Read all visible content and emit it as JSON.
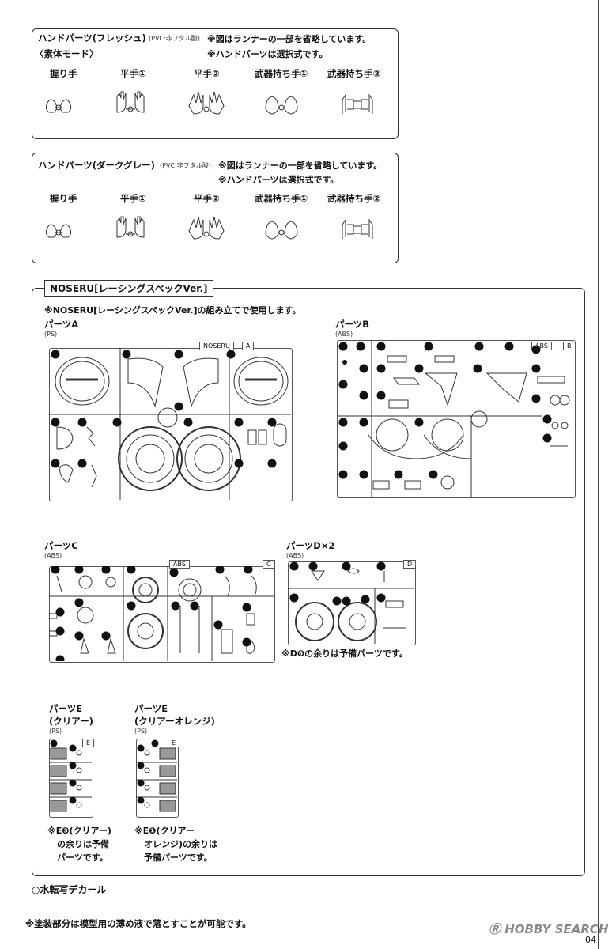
{
  "hand_fresh": {
    "title": "ハンドパーツ(フレッシュ)",
    "material": "(PVC:非フタル酸)",
    "mode": "〈素体モード〉",
    "note1": "※図はランナーの一部を省略しています。",
    "note2": "※ハンドパーツは選択式です。",
    "labels": [
      "握り手",
      "平手①",
      "平手②",
      "武器持ち手①",
      "武器持ち手②"
    ]
  },
  "hand_dark": {
    "title": "ハンドパーツ(ダークグレー)",
    "material": "(PVC:非フタル酸)",
    "note1": "※図はランナーの一部を省略しています。",
    "note2": "※ハンドパーツは選択式です。",
    "labels": [
      "握り手",
      "平手①",
      "平手②",
      "武器持ち手①",
      "武器持ち手②"
    ]
  },
  "noseru": {
    "title": "NOSERU[レーシングスペックVer.]",
    "usage": "※NOSERU[レーシングスペックVer.]の組み立てで使用します。"
  },
  "parts_a": {
    "label": "パーツA",
    "material": "(PS)",
    "tag": "NOSERU",
    "letter": "A"
  },
  "parts_b": {
    "label": "パーツB",
    "material": "(ABS)",
    "tag": "ABS",
    "letter": "B"
  },
  "parts_c": {
    "label": "パーツC",
    "material": "(ABS)",
    "tag": "ABS",
    "letter": "C"
  },
  "parts_d": {
    "label": "パーツD×2",
    "material": "(ABS)",
    "letter": "D",
    "note": "※D❻の余りは予備パーツです。"
  },
  "parts_e1": {
    "label": "パーツE",
    "sub": "(クリアー)",
    "material": "(PS)",
    "letter": "E",
    "note": [
      "※E❸(クリアー)",
      "の余りは予備",
      "パーツです。"
    ]
  },
  "parts_e2": {
    "label": "パーツE",
    "sub": "(クリアーオレンジ)",
    "material": "(PS)",
    "letter": "E",
    "note": [
      "※E❶(クリアー",
      "オレンジ)の余りは",
      "予備パーツです。"
    ]
  },
  "decal": "○水転写デカール",
  "footer_note": "※塗装部分は模型用の薄め液で落とすことが可能です。",
  "watermark": "HOBBY SEARCH",
  "page_number": "04"
}
